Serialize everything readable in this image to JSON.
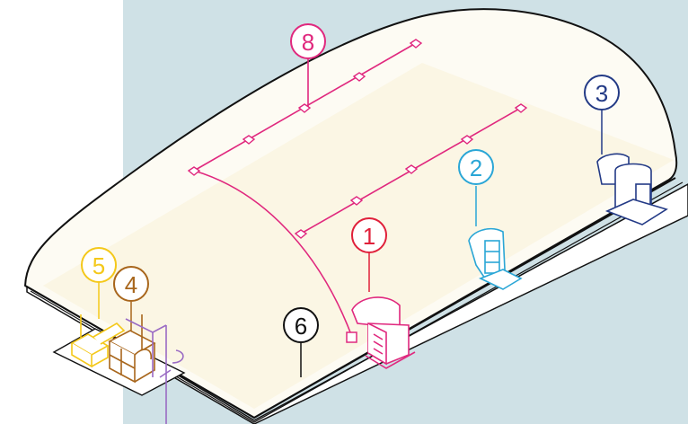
{
  "colors": {
    "backdrop": "#cfe1e6",
    "dome_fill": "#fdfbf3",
    "dome_inner": "#fbf6e6",
    "outline": "#111111",
    "magenta": "#e0287e",
    "red": "#e0203a",
    "cyan": "#2aa6d6",
    "navy": "#233a86",
    "yellow": "#f4c81a",
    "brown": "#a8661c",
    "purple": "#9a6bc4"
  },
  "callouts": [
    {
      "id": "8",
      "label": "8",
      "color": "magenta",
      "icon": "pipe-network-icon"
    },
    {
      "id": "3",
      "label": "3",
      "color": "navy",
      "icon": "equipment-unit-icon"
    },
    {
      "id": "2",
      "label": "2",
      "color": "cyan",
      "icon": "door-unit-icon"
    },
    {
      "id": "1",
      "label": "1",
      "color": "red",
      "icon": "blower-unit-icon"
    },
    {
      "id": "5",
      "label": "5",
      "color": "yellow",
      "icon": "generator-icon"
    },
    {
      "id": "4",
      "label": "4",
      "color": "brown",
      "icon": "control-panel-icon"
    },
    {
      "id": "6",
      "label": "6",
      "color": "outline",
      "icon": "anchor-rail-icon"
    }
  ]
}
